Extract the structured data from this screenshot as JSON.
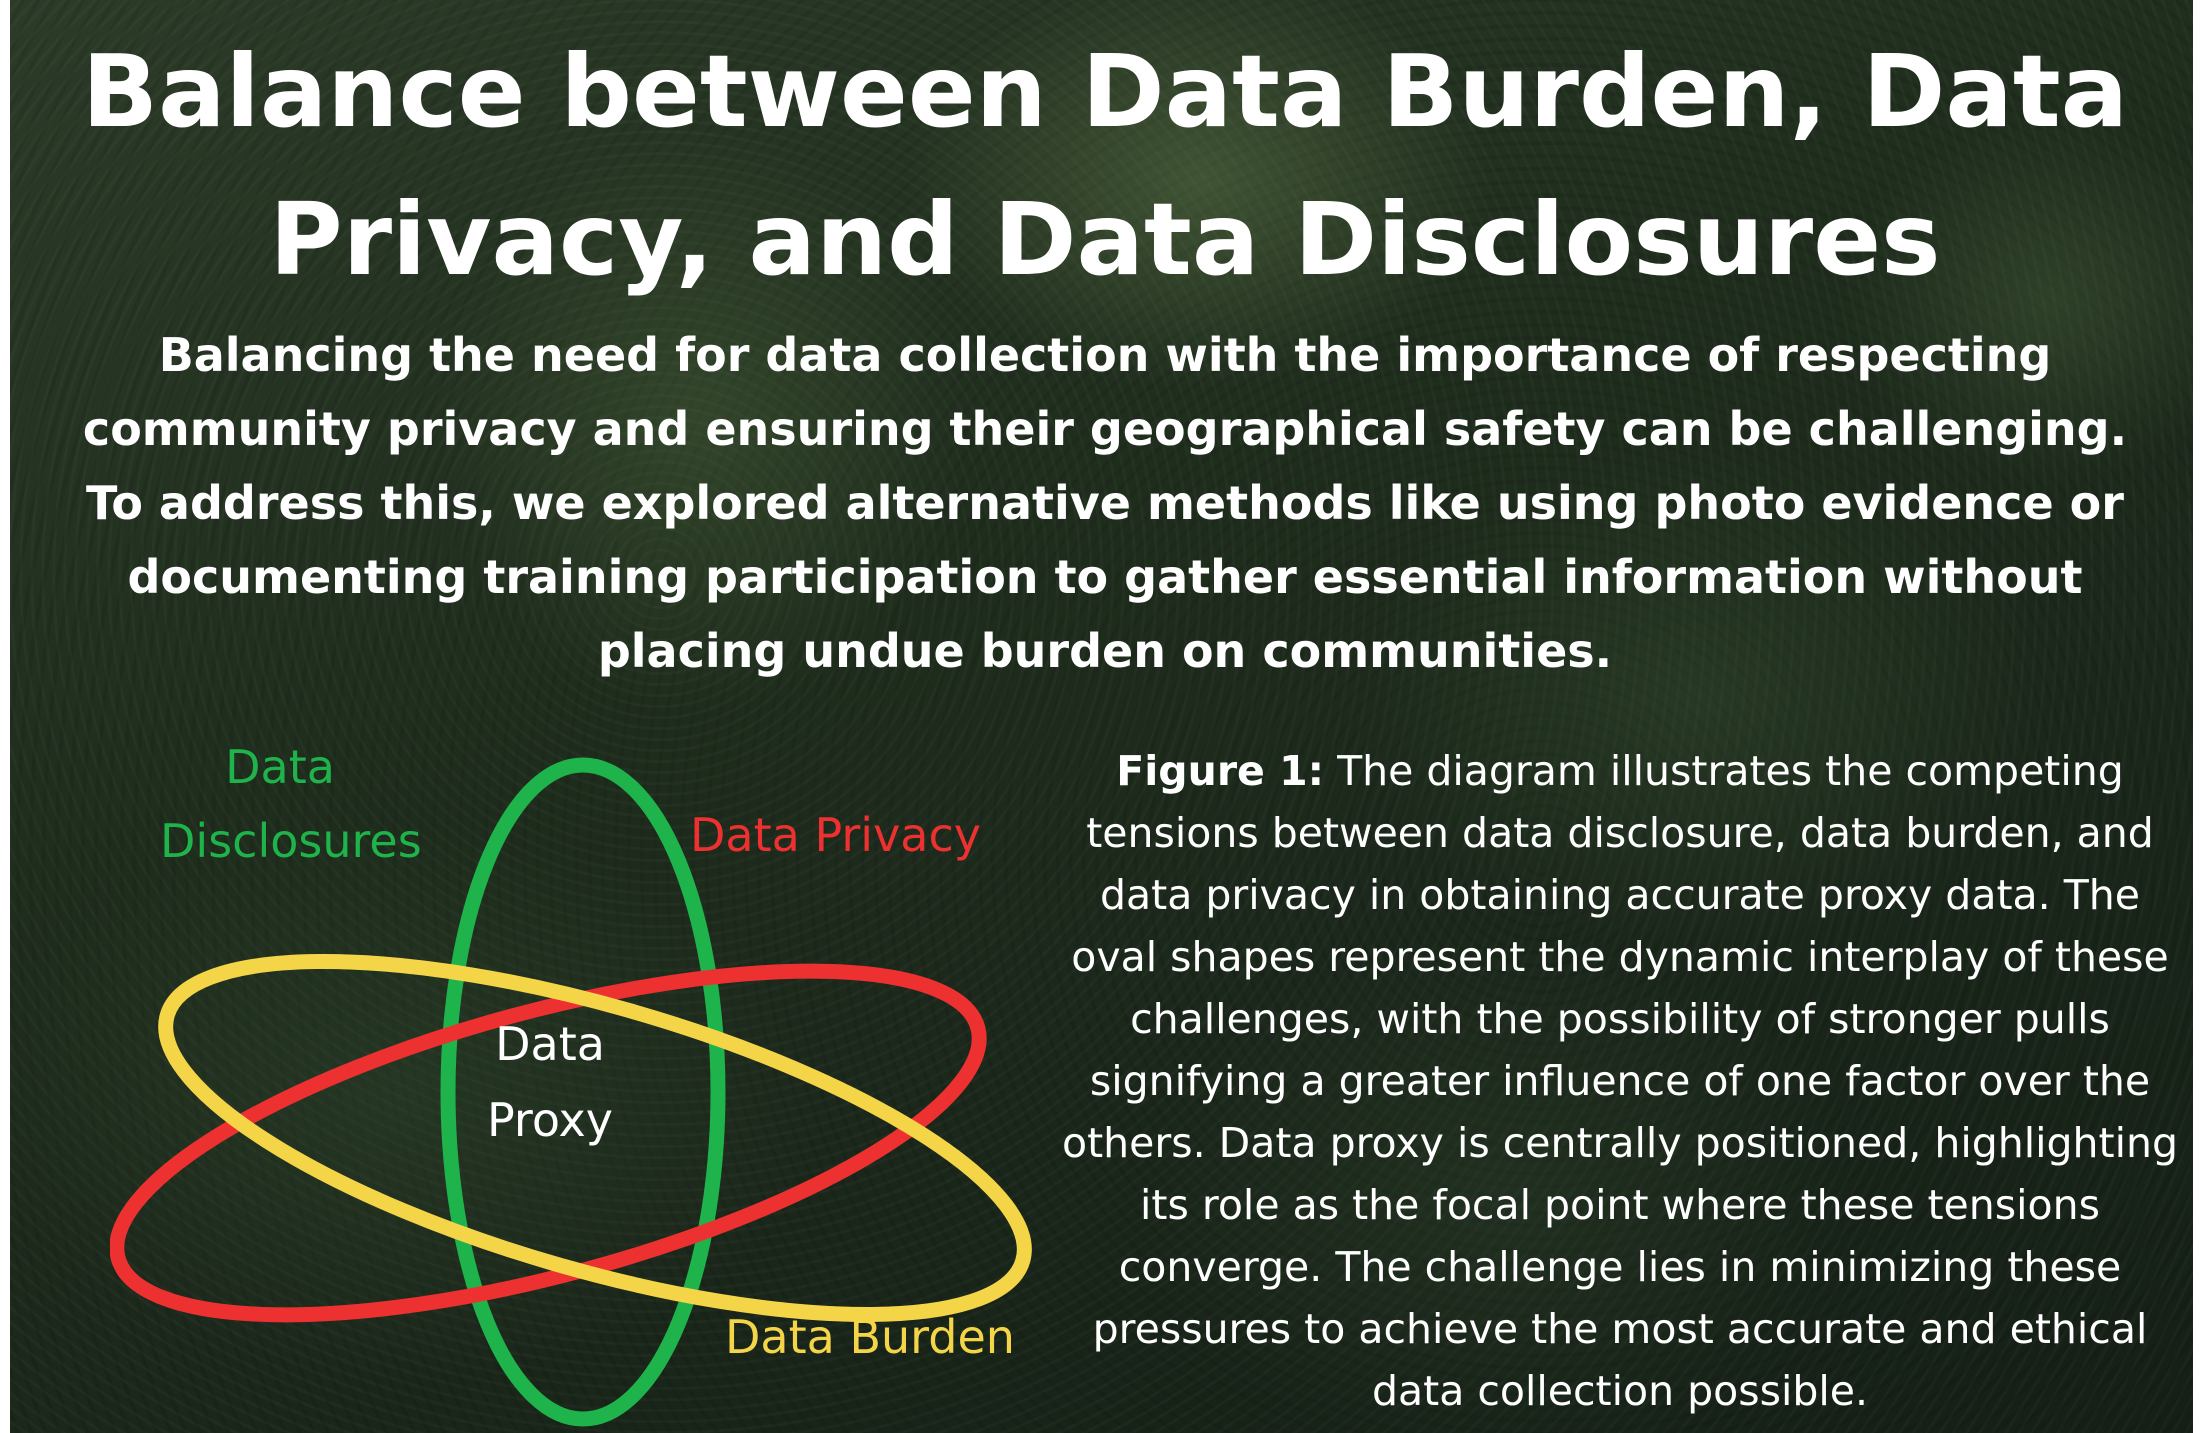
{
  "title": "Balance between Data Burden, Data Privacy, and Data Disclosures",
  "subtitle": "Balancing the need for data collection with the importance of respecting community privacy and ensuring their geographical safety can be challenging. To address this, we explored alternative methods like using photo evidence or documenting training participation to gather essential information without placing undue burden on communities.",
  "diagram": {
    "labels": {
      "disclosures": "Data Disclosures",
      "privacy": "Data Privacy",
      "burden": "Data Burden",
      "proxy": "Data Proxy"
    },
    "colors": {
      "disclosures": "#1fb34b",
      "privacy": "#ed3030",
      "burden": "#f5d548",
      "proxy": "#ffffff"
    }
  },
  "caption": {
    "figure_label": "Figure 1:",
    "text": " The diagram illustrates the competing tensions between data disclosure, data burden, and data privacy in obtaining accurate proxy data. The oval shapes represent the dynamic interplay of these challenges, with the possibility of stronger pulls signifying a greater influence of one factor over the others. Data proxy is centrally positioned, highlighting its role as the focal point where these tensions converge. The challenge lies in minimizing these pressures to achieve the most accurate and ethical data collection possible."
  }
}
